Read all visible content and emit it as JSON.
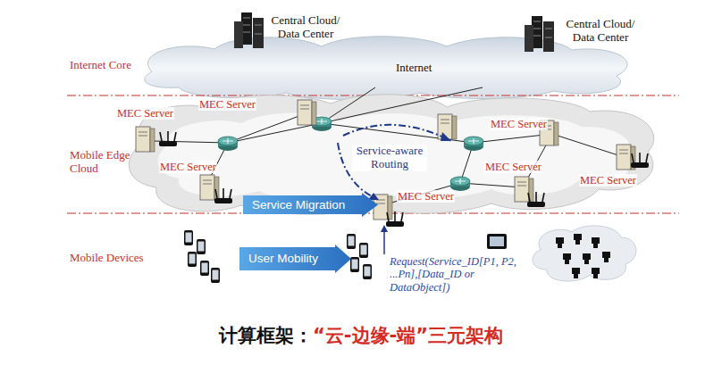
{
  "diagram": {
    "nodes": [
      {
        "text": [
          "Internet"
        ]
      },
      {
        "text": [
          "Service Migration"
        ]
      },
      {
        "text": [
          "User Mobility"
        ]
      }
    ],
    "labels": [
      "Central Cloud/ Data Center",
      "Central Cloud/ Data Center",
      "Internet Core",
      "Mobile Edge Cloud",
      "Mobile Devices",
      "MEC Server",
      "MEC Server",
      "MEC Server",
      "MEC Server",
      "MEC Server",
      "MEC Server",
      "MEC Server",
      "Service-aware Routing",
      "Request(Service_ID[P1, P2, ...Pn],[Data_ID or DataObject])",
      "计算框架：",
      "“云-边缘-端”三元架构"
    ]
  }
}
